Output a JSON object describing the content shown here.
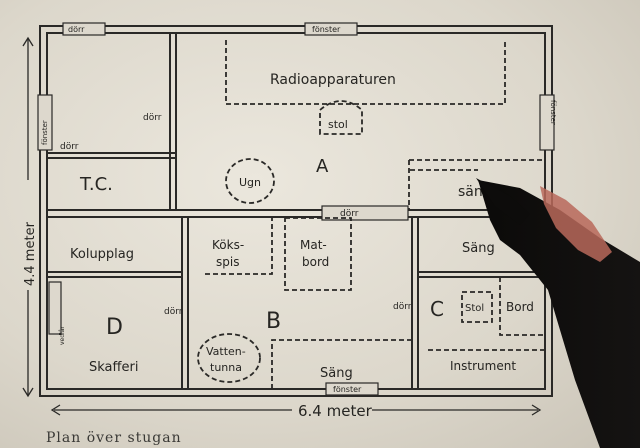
{
  "plan": {
    "caption": "Plan över stugan",
    "dimension_width": "6.4 meter",
    "dimension_height": "4.4 meter",
    "rooms": {
      "a": "A",
      "b": "B",
      "c": "C",
      "d": "D",
      "tc": "T.C.",
      "kolupplag": "Kolupplag",
      "skafferi": "Skafferi"
    },
    "furniture": {
      "radio": "Radioapparaturen",
      "stol_a": "stol",
      "ugn": "Ugn",
      "sang_a": "säng",
      "koksspis_1": "Köks-",
      "koksspis_2": "spis",
      "matbord_1": "Mat-",
      "matbord_2": "bord",
      "vattentunna_1": "Vatten-",
      "vattentunna_2": "tunna",
      "sang_b": "Säng",
      "sang_c": "Säng",
      "stol_c": "Stol",
      "bord_c": "Bord",
      "instrument": "Instrument",
      "vedlar": "vedlår"
    },
    "openings": {
      "door_top": "dörr",
      "window_top": "fönster",
      "window_right": "fönster",
      "window_left": "fönster",
      "door_tc_upper": "dörr",
      "door_tc_lower": "dörr",
      "door_ab": "dörr",
      "door_d": "dörr",
      "door_c": "dörr",
      "window_bottom": "fönster"
    }
  }
}
